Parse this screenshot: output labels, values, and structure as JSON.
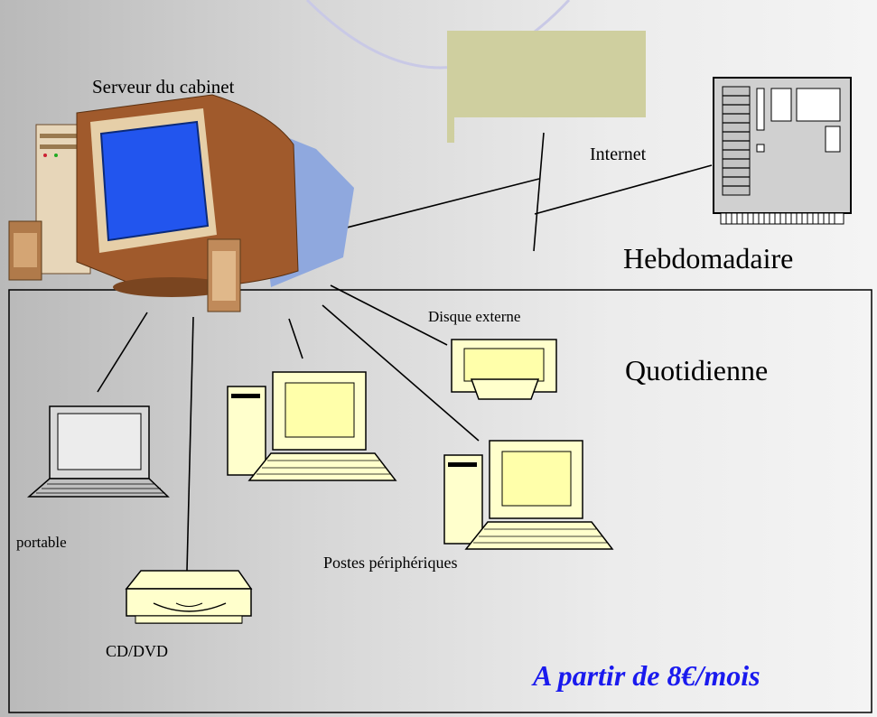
{
  "labels": {
    "server": "Serveur du cabinet",
    "internet": "Internet",
    "weekly": "Hebdomadaire",
    "daily": "Quotidienne",
    "external_disk": "Disque externe",
    "laptop": "portable",
    "workstations": "Postes périphériques",
    "cd_dvd": "CD/DVD",
    "price": "A partir de 8€/mois"
  },
  "colors": {
    "device_fill": "#ffffcc",
    "screen_fill": "#ffffaa",
    "price_text": "#1a1aee",
    "sticky_note": "#cfcf9f",
    "server_screen": "#2255ee",
    "server_body": "#a05a2c"
  },
  "icons": [
    "server-computer-icon",
    "remote-server-icon",
    "laptop-icon",
    "desktop-computer-icon",
    "external-disk-icon",
    "cd-dvd-drive-icon",
    "sticky-note-icon"
  ]
}
